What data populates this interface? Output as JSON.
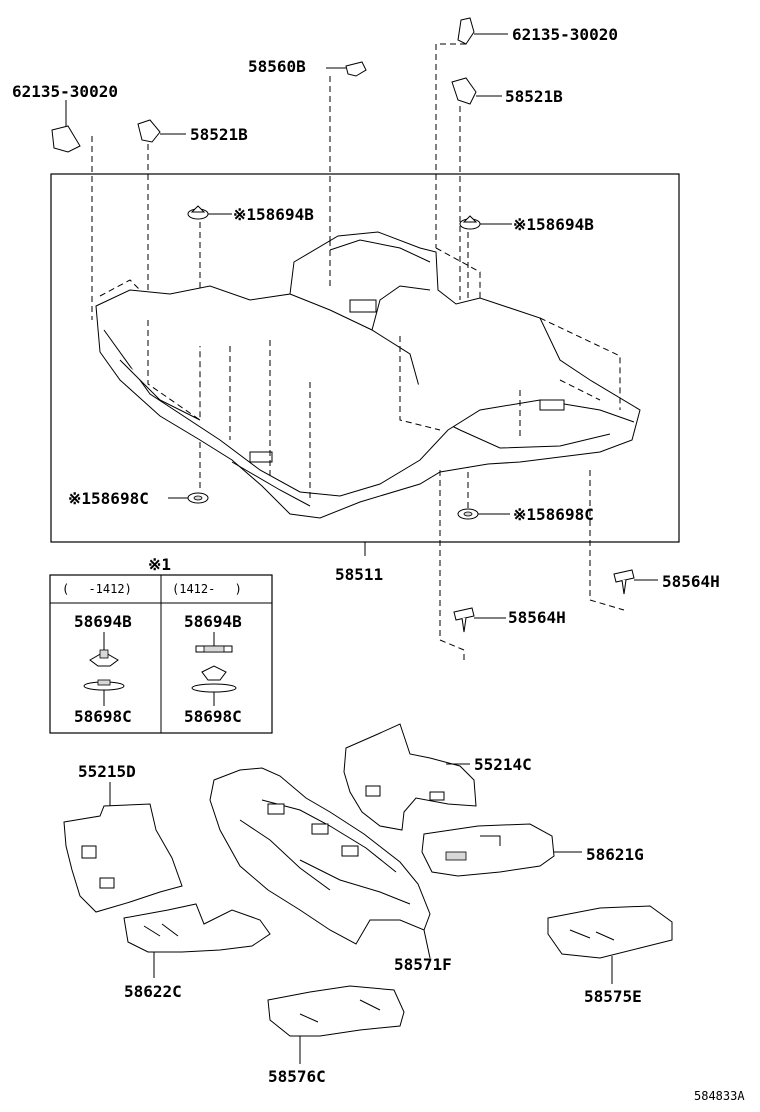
{
  "labels": {
    "clip_62135_top": "62135-30020",
    "clip_62135_left": "62135-30020",
    "clip_58560b": "58560B",
    "clip_58521b_right": "58521B",
    "clip_58521b_left": "58521B",
    "grom_58694b_left": "※158694B",
    "grom_58694b_right": "※158694B",
    "grom_58698c_left": "※158698C",
    "grom_58698c_right": "※158698C",
    "carpet_58511": "58511",
    "screw_58564h_right": "58564H",
    "screw_58564h_mid": "58564H",
    "note_mark": "※1",
    "inset_col1_header": "(　 -1412)",
    "inset_col2_header": "(1412-　 )",
    "inset_col1_top": "58694B",
    "inset_col1_bottom": "58698C",
    "inset_col2_top": "58694B",
    "inset_col2_bottom": "58698C",
    "mat_55215d": "55215D",
    "mat_55214c": "55214C",
    "mat_58621g": "58621G",
    "mat_58571f": "58571F",
    "mat_58622c": "58622C",
    "mat_58575e": "58575E",
    "mat_58576c": "58576C",
    "figure_code": "584833A"
  }
}
